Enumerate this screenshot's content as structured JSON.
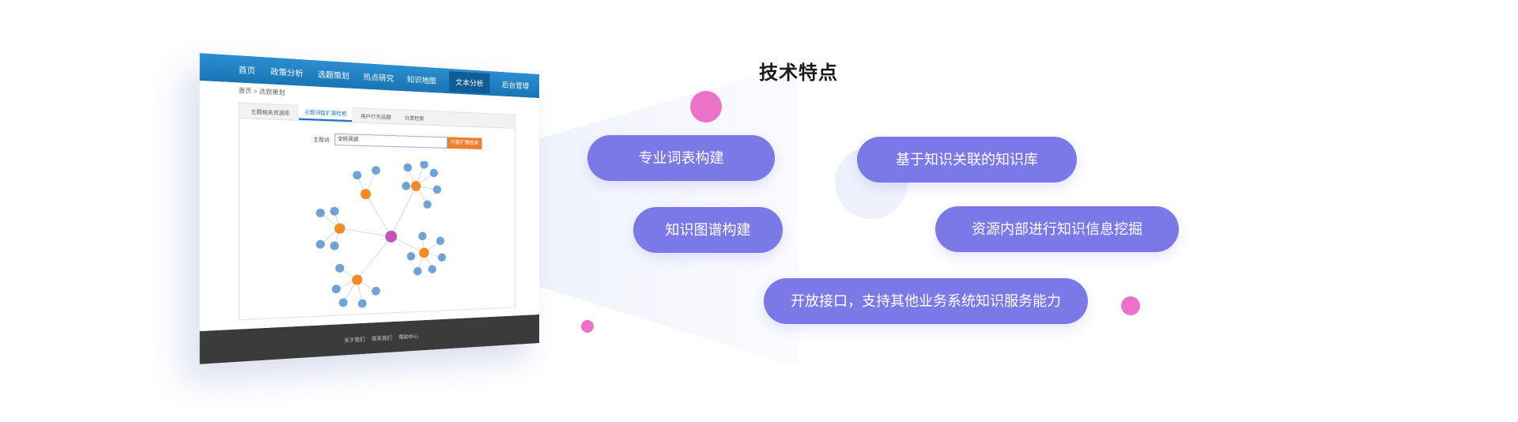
{
  "section": {
    "title": "技术特点"
  },
  "features": [
    {
      "label": "专业词表构建"
    },
    {
      "label": "基于知识关联的知识库"
    },
    {
      "label": "知识图谱构建"
    },
    {
      "label": "资源内部进行知识信息挖掘"
    },
    {
      "label": "开放接口，支持其他业务系统知识服务能力"
    }
  ],
  "mockup": {
    "nav": [
      "首页",
      "政策分析",
      "选题策划",
      "热点研究",
      "知识地图",
      "文本分析",
      "后台管理"
    ],
    "active_nav_index": 5,
    "breadcrumb": "首页 > 选题策划",
    "tabs": [
      "主题相关资源库",
      "主题词智扩展检索",
      "用户行为追踪",
      "分类检索"
    ],
    "active_tab_index": 1,
    "search": {
      "label": "主题词:",
      "value": "全民阅读",
      "button": "内容扩展检索"
    },
    "footer": [
      "关于我们",
      "联系我们",
      "帮助中心"
    ]
  },
  "colors": {
    "pill": "#7b79e8",
    "dot": "#ec72c8",
    "graph_node_blue": "#6fa3d6",
    "graph_node_orange": "#f08a24",
    "graph_node_center": "#c354b8"
  }
}
